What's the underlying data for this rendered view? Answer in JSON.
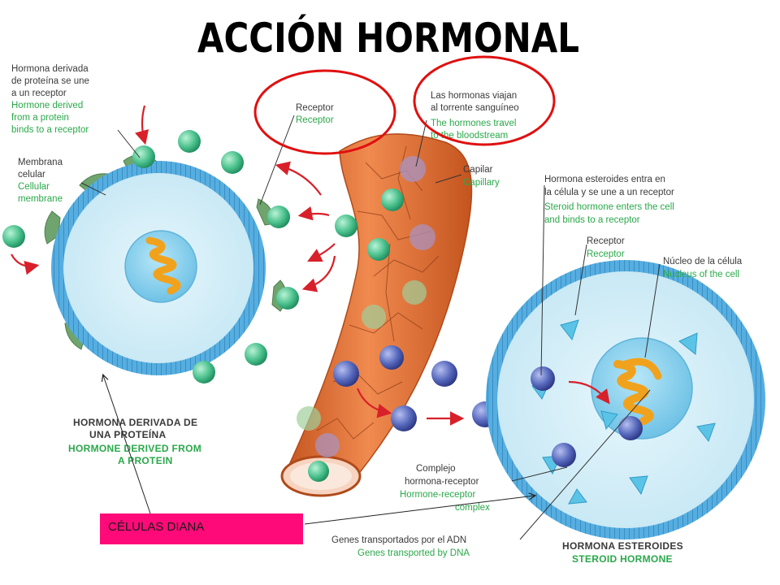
{
  "title": "ACCIÓN HORMONAL",
  "labels": {
    "protein_binds_es": [
      "Hormona derivada",
      "de proteína se une",
      "a un receptor"
    ],
    "protein_binds_en": [
      "Hormone derived",
      "from a protein",
      "binds to a receptor"
    ],
    "membrane_es": [
      "Membrana",
      "celular"
    ],
    "membrane_en": [
      "Cellular",
      "membrane"
    ],
    "receptor_es": "Receptor",
    "receptor_en": "Receptor",
    "travel_es": [
      "Las hormonas viajan",
      "al torrente sanguíneo"
    ],
    "travel_en": [
      "The hormones travel",
      "to the bloodstream"
    ],
    "capillary_es": "Capilar",
    "capillary_en": "Capillary",
    "steroid_enters_es": [
      "Hormona esteroides entra en",
      "la célula y se une a un receptor"
    ],
    "steroid_enters_en": [
      "Steroid hormone enters the cell",
      "and binds to a receptor"
    ],
    "receptor2_es": "Receptor",
    "receptor2_en": "Receptor",
    "nucleus_es": "Núcleo de la célula",
    "nucleus_en": "Nucleus of the cell",
    "complex_es": [
      "Complejo",
      "hormona-receptor"
    ],
    "complex_en": [
      "Hormone-receptor",
      "complex"
    ],
    "genes_es": "Genes transportados por el ADN",
    "genes_en": "Genes transported by DNA"
  },
  "captions": {
    "protein_es": [
      "HORMONA DERIVADA DE",
      "UNA PROTEÍNA"
    ],
    "protein_en": [
      "HORMONE DERIVED FROM",
      "A PROTEIN"
    ],
    "steroid_es": "HORMONA ESTEROIDES",
    "steroid_en": "STEROID HORMONE"
  },
  "target_box": "CÉLULAS DIANA",
  "colors": {
    "title": "#000000",
    "highlight_circle": "#e01010",
    "target_box_bg": "#ff0a78",
    "label_dark": "#3a3a3a",
    "label_green": "#2aa84a",
    "membrane_blue": "#4aa3d8",
    "capillary_orange": "#e3733a",
    "protein_hormone_green": "#49c08c",
    "steroid_hormone_blue": "#4d5db0",
    "arrow_red": "#d8202a"
  }
}
